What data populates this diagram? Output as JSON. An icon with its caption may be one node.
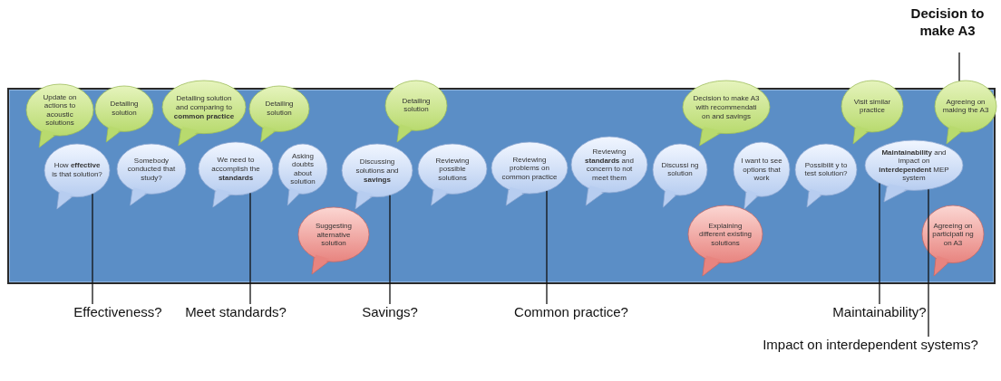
{
  "diagram": {
    "nodes": [
      {
        "text": [
          "Decision to make A3"
        ]
      },
      {
        "text": [],
        "shape": "box"
      },
      {
        "text": [
          "Update on actions to acoustic solutions"
        ],
        "in": 1
      },
      {
        "text": [
          "Detailing solution"
        ],
        "in": 1
      },
      {
        "text": [
          "Detailing solution and comparing to **common practice**"
        ],
        "in": 1
      },
      {
        "text": [
          "Detailing solution"
        ],
        "in": 1
      },
      {
        "text": [
          "Detailing solution"
        ],
        "in": 1
      },
      {
        "text": [
          "Decision to make A3 with recommendati on and savings"
        ],
        "in": 1
      },
      {
        "text": [
          "Visit similar practice"
        ],
        "in": 1
      },
      {
        "text": [
          "Agreeing on making the A3"
        ],
        "in": 1
      },
      {
        "text": [
          "How **effective** is that solution?"
        ],
        "in": 1
      },
      {
        "text": [
          "Somebody conducted that study?"
        ],
        "in": 1
      },
      {
        "text": [
          "We need to accomplish the **standards**"
        ],
        "in": 1
      },
      {
        "text": [
          "Asking doubts about solution"
        ],
        "in": 1
      },
      {
        "text": [
          "Discussing solutions and **savings**"
        ],
        "in": 1
      },
      {
        "text": [
          "Reviewing possible solutions"
        ],
        "in": 1
      },
      {
        "text": [
          "Reviewing problems on common practice"
        ],
        "in": 1
      },
      {
        "text": [
          "Reviewing **standards** and concern to not meet them"
        ],
        "in": 1
      },
      {
        "text": [
          "Discussi ng solution"
        ],
        "in": 1
      },
      {
        "text": [
          "I want to see options that work"
        ],
        "in": 1
      },
      {
        "text": [
          "Possibilit y to test solution?"
        ],
        "in": 1
      },
      {
        "text": [
          "**Maintainability** and impact on **interdependent** MEP system"
        ],
        "in": 1
      },
      {
        "text": [
          "Suggesting alternative solution"
        ],
        "in": 1
      },
      {
        "text": [
          "Explaining different existing solutions"
        ],
        "in": 1
      },
      {
        "text": [
          "Agreeing on participati ng on A3"
        ],
        "in": 1
      },
      {
        "text": [
          "Effectiveness?"
        ]
      },
      {
        "text": [
          "Meet standards?"
        ]
      },
      {
        "text": [
          "Savings?"
        ]
      },
      {
        "text": [
          "Common practice?"
        ]
      },
      {
        "text": [
          "Maintainability?"
        ]
      },
      {
        "text": [
          "Impact on interdependent systems?"
        ]
      }
    ],
    "edges": [
      {
        "from": 0,
        "to": 9,
        "arrow": "none"
      },
      {
        "from": 25,
        "to": 10,
        "arrow": "none"
      },
      {
        "from": 26,
        "to": 12,
        "arrow": "none"
      },
      {
        "from": 27,
        "to": 14,
        "arrow": "none"
      },
      {
        "from": 28,
        "to": 16,
        "arrow": "none"
      },
      {
        "from": 29,
        "to": 21,
        "arrow": "none"
      },
      {
        "from": 30,
        "to": 21,
        "arrow": "none"
      }
    ]
  }
}
